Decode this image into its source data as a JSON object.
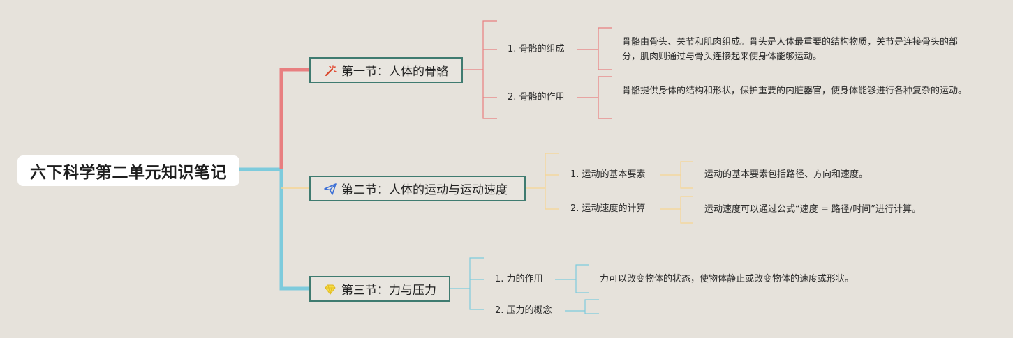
{
  "root": {
    "title": "六下科学第二单元知识笔记"
  },
  "sections": [
    {
      "title": "第一节：人体的骨骼",
      "icon": "magic-wand-icon",
      "color": "#e87f80",
      "topics": [
        {
          "label": "1. 骨骼的组成",
          "note": "骨骼由骨头、关节和肌肉组成。骨头是人体最重要的结构物质，关节是连接骨头的部分，肌肉则通过与骨头连接起来使身体能够运动。"
        },
        {
          "label": "2. 骨骼的作用",
          "note": "骨骼提供身体的结构和形状，保护重要的内脏器官，使身体能够进行各种复杂的运动。"
        }
      ]
    },
    {
      "title": "第二节：人体的运动与运动速度",
      "icon": "paper-plane-icon",
      "color": "#f6d593",
      "topics": [
        {
          "label": "1. 运动的基本要素",
          "note": "运动的基本要素包括路径、方向和速度。"
        },
        {
          "label": "2. 运动速度的计算",
          "note": "运动速度可以通过公式“速度 = 路径/时间”进行计算。"
        }
      ]
    },
    {
      "title": "第三节：力与压力",
      "icon": "diamond-icon",
      "color": "#7ecbdc",
      "topics": [
        {
          "label": "1. 力的作用",
          "note": "力可以改变物体的状态，使物体静止或改变物体的速度或形状。"
        },
        {
          "label": "2. 压力的概念",
          "note": ""
        }
      ]
    }
  ],
  "colors": {
    "background": "#e6e2db",
    "section_border": "#3f7b70"
  }
}
